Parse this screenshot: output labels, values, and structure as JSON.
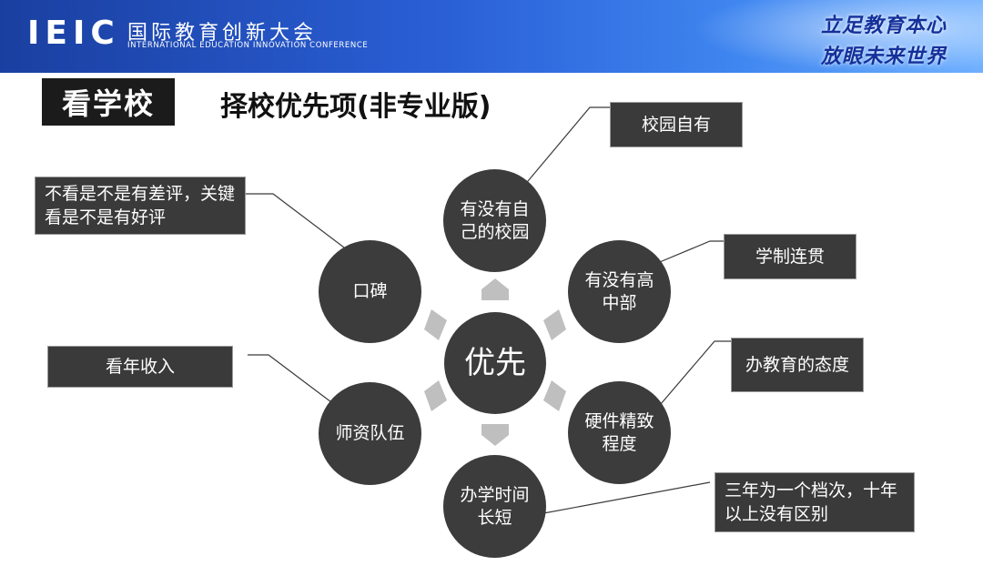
{
  "header": {
    "logo_text": "IEIC",
    "name_cn": "国际教育创新大会",
    "name_en": "INTERNATIONAL EDUCATION INNOVATION CONFERENCE",
    "slogan_line1": "立足教育本心",
    "slogan_line2": "放眼未来世界"
  },
  "section_tag": "看学校",
  "title": "择校优先项(非专业版)",
  "center": "优先",
  "nodes": [
    {
      "id": "campus",
      "label": "有没有自己的校园",
      "note": "校园自有"
    },
    {
      "id": "highschool",
      "label": "有没有高中部",
      "note": "学制连贯"
    },
    {
      "id": "hardware",
      "label": "硬件精致程度",
      "note": "办教育的态度"
    },
    {
      "id": "duration",
      "label": "办学时间长短",
      "note": "三年为一个档次，十年以上没有区别"
    },
    {
      "id": "teachers",
      "label": "师资队伍",
      "note": "看年收入"
    },
    {
      "id": "reputation",
      "label": "口碑",
      "note": "不看是不是有差评，关键看是不是有好评"
    }
  ],
  "colors": {
    "circle": "#3c3c3c",
    "box": "#3a3a3a",
    "arrow": "#bfbfbf",
    "header": "#2a5fd6"
  }
}
